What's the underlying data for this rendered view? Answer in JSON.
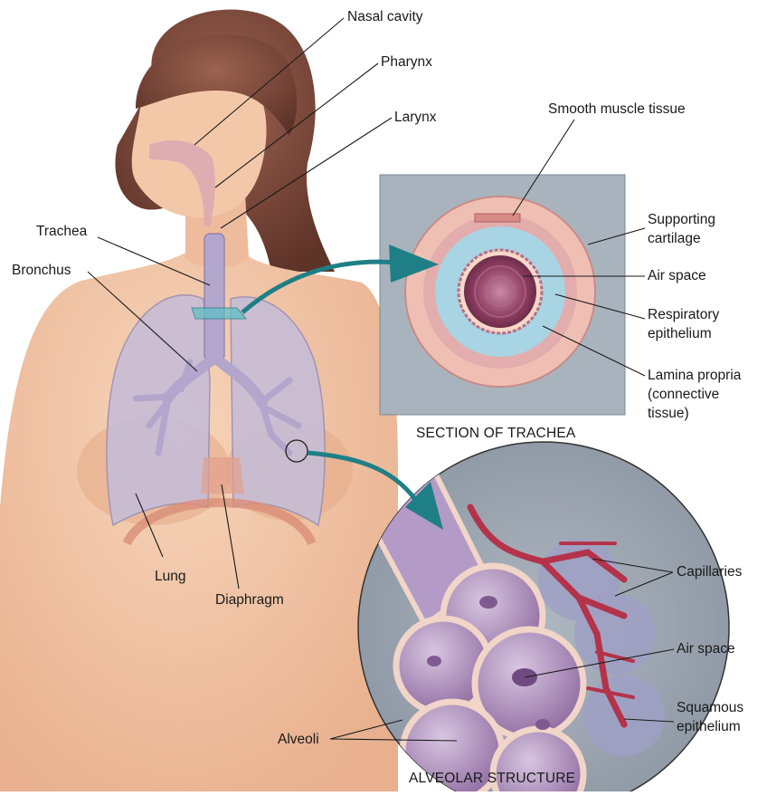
{
  "labels": {
    "nasal_cavity": "Nasal cavity",
    "pharynx": "Pharynx",
    "larynx": "Larynx",
    "trachea": "Trachea",
    "bronchus": "Bronchus",
    "lung": "Lung",
    "diaphragm": "Diaphragm",
    "smooth_muscle": "Smooth muscle tissue",
    "supporting_cartilage": [
      "Supporting",
      "cartilage"
    ],
    "air_space_trachea": "Air space",
    "respiratory_epithelium": [
      "Respiratory",
      "epithelium"
    ],
    "lamina_propria": [
      "Lamina propria",
      "(connective",
      "tissue)"
    ],
    "capillaries": "Capillaries",
    "air_space_alveolar": "Air space",
    "squamous_epithelium": [
      "Squamous",
      "epithelium"
    ],
    "alveoli": "Alveoli"
  },
  "captions": {
    "trachea_section": "SECTION OF TRACHEA",
    "alveolar_structure": "ALVEOLAR STRUCTURE"
  },
  "colors": {
    "skin": "#f1c6a6",
    "hair": "#7a4a3a",
    "lung": "#c7bdd6",
    "airway": "#b3a6cc",
    "arrow": "#1f7f86",
    "panel": "#a9b3bd",
    "cartilage": "#f0bfb4",
    "epithelium": "#a9d4e3",
    "lumen": "#8e3f62",
    "alveolus": "#a88cb4",
    "capillary": "#b4334a"
  }
}
